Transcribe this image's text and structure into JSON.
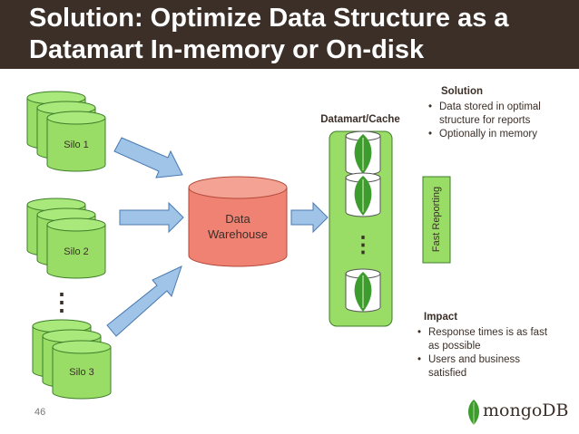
{
  "slide": {
    "title": "Solution: Optimize Data Structure as a\nDatamart In-memory or On-disk",
    "page_number": "46"
  },
  "diagram": {
    "silos": [
      {
        "label": "Silo 1"
      },
      {
        "label": "Silo 2"
      },
      {
        "label": "Silo 3"
      }
    ],
    "warehouse": {
      "line1": "Data",
      "line2": "Warehouse"
    },
    "datamart": {
      "label": "Datamart/Cache"
    },
    "fast_reporting": {
      "label": "Fast Reporting"
    },
    "ellipsis": "⋮"
  },
  "solution": {
    "heading": "Solution",
    "items": [
      "Data stored in optimal\nstructure for reports",
      "Optionally in memory"
    ]
  },
  "impact": {
    "heading": "Impact",
    "items": [
      "Response times is as fast\nas possible",
      "Users and business\nsatisfied"
    ]
  },
  "brand": {
    "name": "mongoDB"
  },
  "colors": {
    "title_bg": "#3b2f28",
    "silo_fill": "#99dd66",
    "warehouse_fill": "#f08273",
    "arrow_fill": "#9fc4e8",
    "leaf_green": "#3d9c2e"
  }
}
